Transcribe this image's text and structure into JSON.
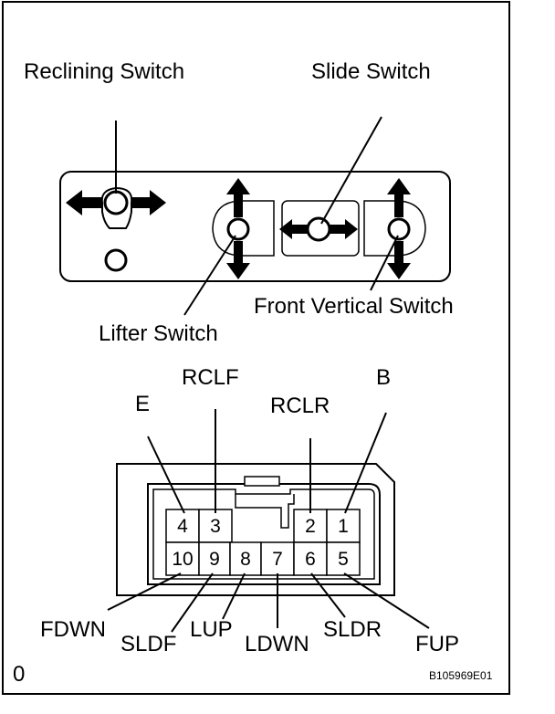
{
  "labels": {
    "reclining_switch": "Reclining Switch",
    "slide_switch": "Slide Switch",
    "lifter_switch": "Lifter Switch",
    "front_vertical_switch": "Front Vertical Switch"
  },
  "terminals": {
    "e": "E",
    "rclf": "RCLF",
    "rclr": "RCLR",
    "b": "B",
    "fdwn": "FDWN",
    "sldf": "SLDF",
    "lup": "LUP",
    "ldwn": "LDWN",
    "sldr": "SLDR",
    "fup": "FUP"
  },
  "pins": {
    "p1": "1",
    "p2": "2",
    "p3": "3",
    "p4": "4",
    "p5": "5",
    "p6": "6",
    "p7": "7",
    "p8": "8",
    "p9": "9",
    "p10": "10"
  },
  "footer": {
    "left": "0",
    "code": "B105969E01"
  }
}
